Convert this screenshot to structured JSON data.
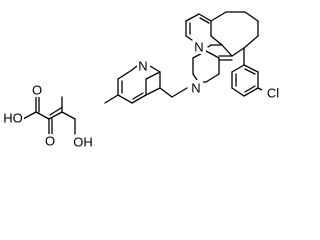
{
  "structure": {
    "atom_labels": {
      "chlorine": "Cl",
      "pyridine_n_fused": "N",
      "piperidine_n": "N",
      "pyridine_n_methyl": "N",
      "acid_oh_left": "HO",
      "acid_oh_right": "OH",
      "acid_o_left": "O",
      "acid_o_right": "O"
    }
  }
}
